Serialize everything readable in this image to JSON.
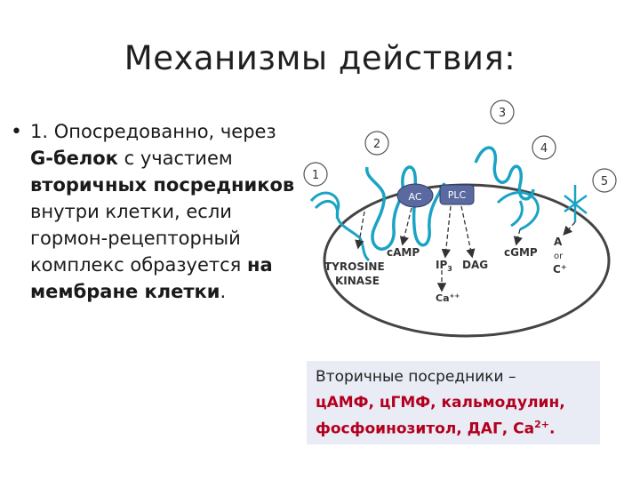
{
  "slide": {
    "title": "Механизмы действия:"
  },
  "bullet": {
    "marker": "•",
    "parts": {
      "p1": "1. Опосредованно, через ",
      "b1": "G-белок",
      "p2": " с участием ",
      "b2": "вторичных посредников",
      "p3": " внутри клетки, если гормон-рецепторный комплекс образуется ",
      "b3": "на мембране клетки",
      "p4": "."
    }
  },
  "diagram": {
    "numbers": [
      "1",
      "2",
      "3",
      "4",
      "5"
    ],
    "enzymes": {
      "ac": "AC",
      "plc": "PLC"
    },
    "labels": {
      "tyrosine": "TYROSINE",
      "kinase": "KINASE",
      "camp": "cAMP",
      "ip3": "IP",
      "ip3_sub": "3",
      "dag": "DAG",
      "ca": "Ca",
      "ca_sup": "++",
      "cgmp": "cGMP",
      "a": "A",
      "or": "or",
      "c": "C",
      "c_sup": "+"
    },
    "colors": {
      "receptor": "#1aa3c4",
      "membrane": "#333333",
      "enzyme_fill": "#5a6aa0"
    }
  },
  "caption": {
    "line1": "Вторичные посредники –",
    "line2": "цАМФ, цГМФ, кальмодулин,",
    "line3": "фосфоинозитол, ДАГ, Са",
    "line3_sup": "2+",
    "line3_end": "."
  }
}
